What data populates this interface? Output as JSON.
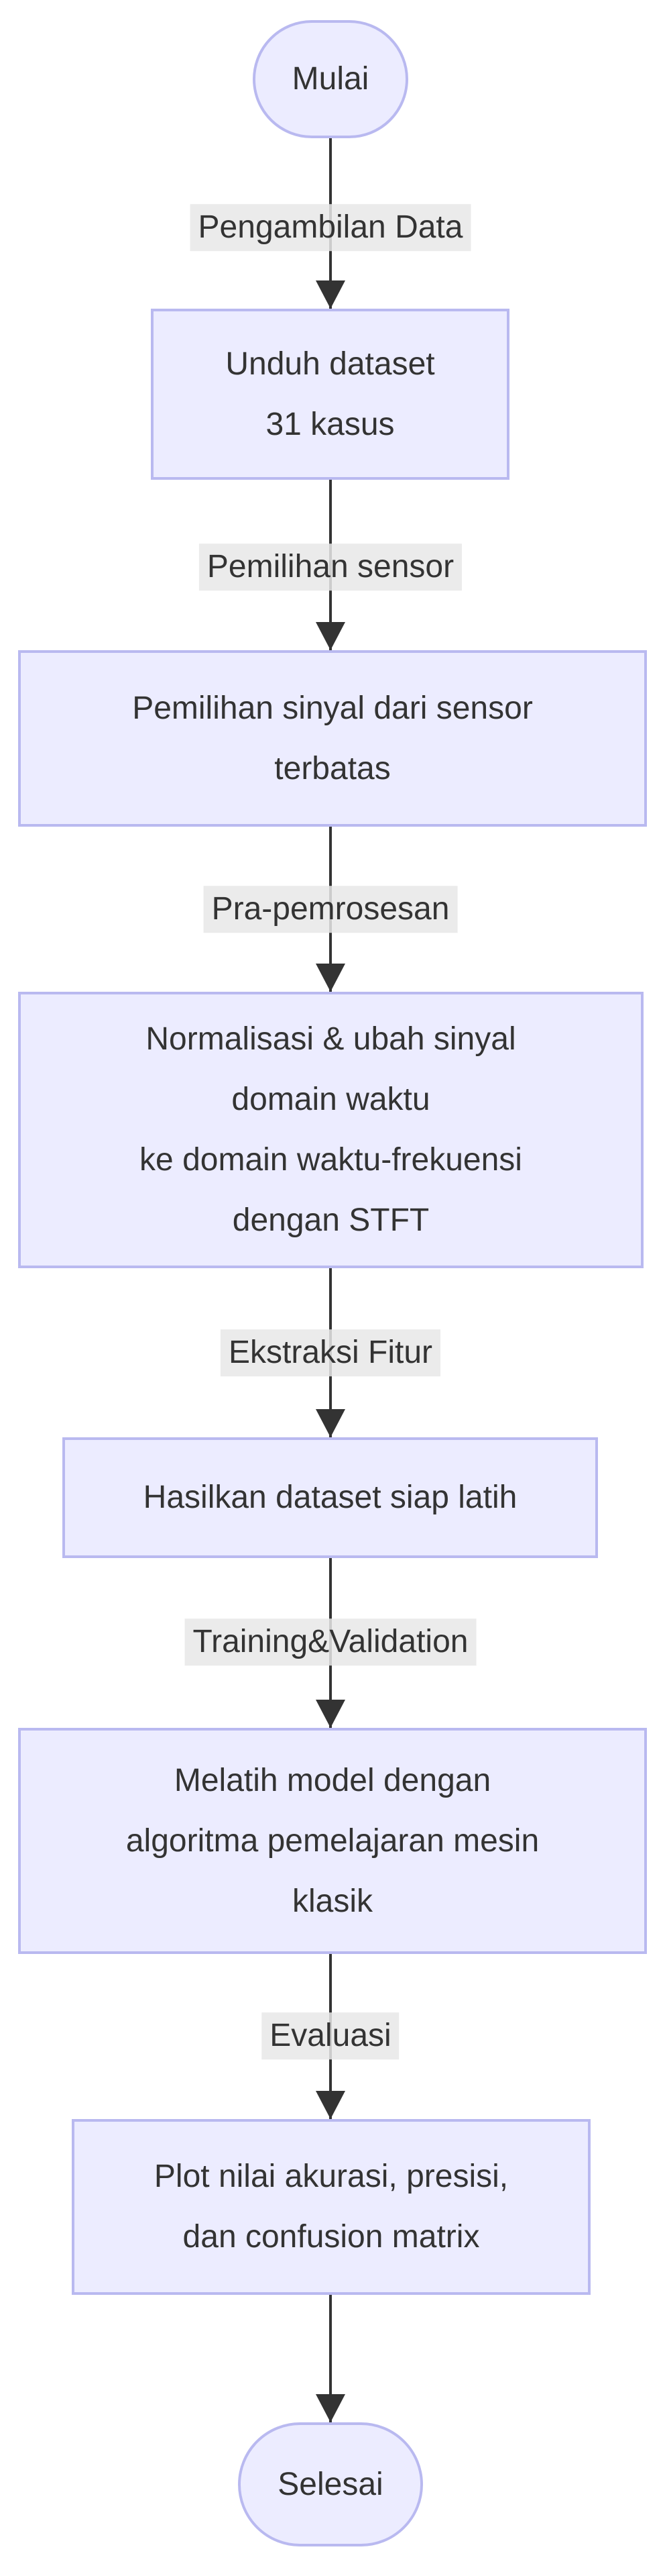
{
  "flowchart": {
    "direction": "top-down",
    "colors": {
      "background": "#FFFFFF",
      "node_fill": "#ECECFF",
      "node_border": "#B9B9F0",
      "edge": "#333333",
      "edge_label_bg": "#E8E8E8",
      "text": "#333333"
    },
    "nodes": [
      {
        "id": "start",
        "shape": "stadium",
        "lines": [
          "Mulai"
        ]
      },
      {
        "id": "step1",
        "shape": "rect",
        "lines": [
          "Unduh dataset",
          "31 kasus"
        ]
      },
      {
        "id": "step2",
        "shape": "rect",
        "lines": [
          "Pemilihan sinyal dari sensor",
          "terbatas"
        ]
      },
      {
        "id": "step3",
        "shape": "rect",
        "lines": [
          "Normalisasi & ubah sinyal",
          "domain waktu",
          "ke domain waktu-frekuensi",
          "dengan STFT"
        ]
      },
      {
        "id": "step4",
        "shape": "rect",
        "lines": [
          "Hasilkan dataset siap latih"
        ]
      },
      {
        "id": "step5",
        "shape": "rect",
        "lines": [
          "Melatih model dengan",
          "algoritma pemelajaran mesin",
          "klasik"
        ]
      },
      {
        "id": "step6",
        "shape": "rect",
        "lines": [
          "Plot nilai akurasi, presisi,",
          "dan confusion matrix"
        ]
      },
      {
        "id": "end",
        "shape": "stadium",
        "lines": [
          "Selesai"
        ]
      }
    ],
    "edge_labels": [
      "Pengambilan Data",
      "Pemilihan sensor",
      "Pra-pemrosesan",
      "Ekstraksi Fitur",
      "Training&Validation",
      "Evaluasi"
    ]
  }
}
